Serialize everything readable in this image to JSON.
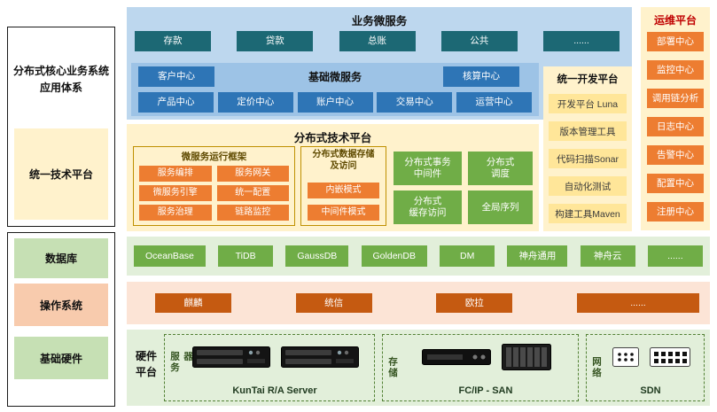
{
  "colors": {
    "section_light_blue": "#BDD7EE",
    "panel_blue": "#9DC3E6",
    "blue_button": "#2E75B6",
    "teal_button": "#1C6874",
    "cream_section": "#FFF2CC",
    "dev_button": "#FFE699",
    "orange_button": "#ED7D31",
    "dark_orange_button": "#C55A11",
    "green_button": "#70AD47",
    "light_green_section": "#E2EFDA",
    "side_green_label": "#C6E0B4",
    "side_peach_label": "#F8CBAD",
    "ops_title_red": "#C00000"
  },
  "left_panel": {
    "app_system": "分布式核心业务系统\n应用体系",
    "tech_platform": "统一技术平台",
    "database": "数据库",
    "os": "操作系统",
    "hardware": "基础硬件"
  },
  "business": {
    "title": "业务微服务",
    "items": [
      "存款",
      "贷款",
      "总账",
      "公共",
      "......"
    ]
  },
  "basic": {
    "title": "基础微服务",
    "left_item": "客户中心",
    "right_item": "核算中心",
    "row": [
      "产品中心",
      "定价中心",
      "账户中心",
      "交易中心",
      "运营中心"
    ]
  },
  "tech": {
    "title": "分布式技术平台",
    "framework": {
      "title": "微服务运行框架",
      "items": [
        "服务编排",
        "服务网关",
        "微服务引擎",
        "统一配置",
        "服务治理",
        "链路监控"
      ]
    },
    "storage": {
      "title": "分布式数据存储\n及访问",
      "items": [
        "内嵌模式",
        "中间件模式"
      ]
    },
    "green_items": [
      "分布式事务\n中间件",
      "分布式\n调度",
      "分布式\n缓存访问",
      "全局序列"
    ]
  },
  "dev": {
    "title": "统一开发平台",
    "items": [
      "开发平台 Luna",
      "版本管理工具",
      "代码扫描Sonar",
      "自动化测试",
      "构建工具Maven"
    ]
  },
  "ops": {
    "title": "运维平台",
    "items": [
      "部署中心",
      "监控中心",
      "调用链分析",
      "日志中心",
      "告警中心",
      "配置中心",
      "注册中心"
    ]
  },
  "databases": {
    "items": [
      "OceanBase",
      "TiDB",
      "GaussDB",
      "GoldenDB",
      "DM",
      "神舟通用",
      "神舟云",
      "......"
    ]
  },
  "os_row": {
    "items": [
      "麒麟",
      "统信",
      "欧拉",
      "......"
    ]
  },
  "hardware": {
    "platform_label": "硬件平台",
    "server": {
      "label": "服务器",
      "caption": "KunTai R/A Server"
    },
    "storage": {
      "label": "存储",
      "caption": "FC/IP - SAN"
    },
    "network": {
      "label": "网络",
      "caption": "SDN"
    }
  }
}
